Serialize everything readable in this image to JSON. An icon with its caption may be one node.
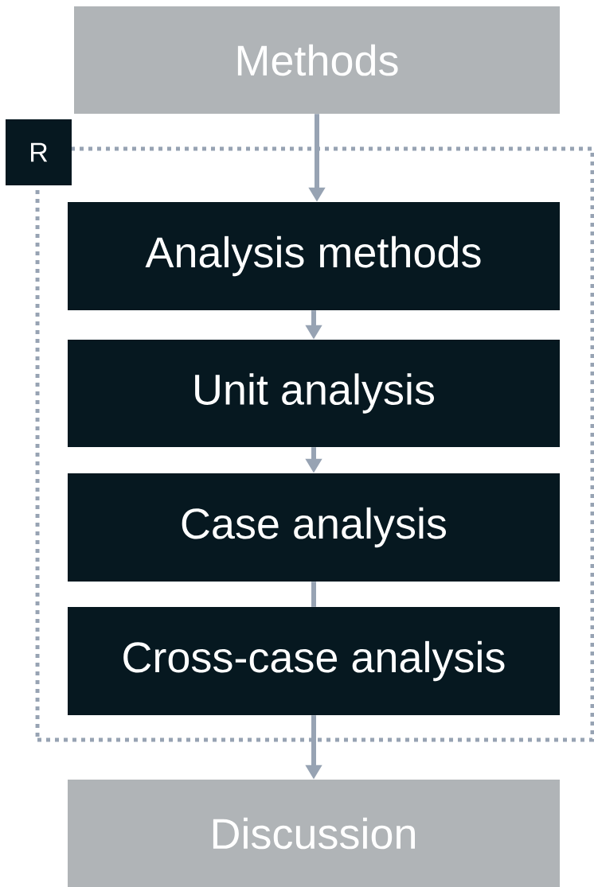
{
  "diagram": {
    "nodes": [
      {
        "text": [
          "Methods"
        ]
      },
      {
        "text": [
          "R"
        ]
      },
      {
        "text": [
          "Analysis methods"
        ],
        "in": 1
      },
      {
        "text": [
          "Unit analysis"
        ],
        "in": 1
      },
      {
        "text": [
          "Case analysis"
        ],
        "in": 1
      },
      {
        "text": [
          "Cross-case analysis"
        ],
        "in": 1
      },
      {
        "text": [
          "Discussion"
        ]
      }
    ],
    "edges": [
      {
        "from": 0,
        "to": 2,
        "arrow": "to"
      },
      {
        "from": 2,
        "to": 3,
        "arrow": "to"
      },
      {
        "from": 3,
        "to": 4,
        "arrow": "to"
      },
      {
        "from": 4,
        "to": 5,
        "arrow": "none"
      },
      {
        "from": 5,
        "to": 6,
        "arrow": "to"
      }
    ]
  }
}
